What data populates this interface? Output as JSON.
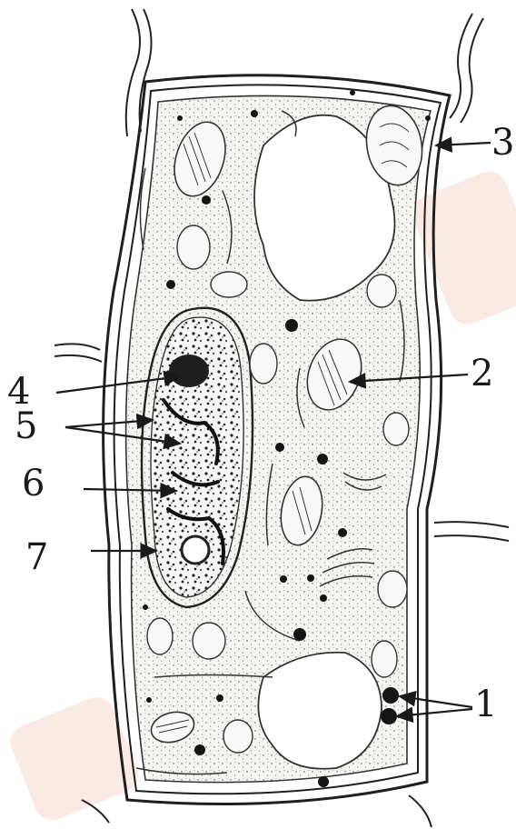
{
  "labels": {
    "one": "1",
    "two": "2",
    "three": "3",
    "four": "4",
    "five": "5",
    "six": "6",
    "seven": "7"
  },
  "colors": {
    "ink": "#1a1a1a",
    "cytoplasm": "#efefec",
    "vacuole": "#ffffff",
    "watermark": "#f6d9cf"
  }
}
